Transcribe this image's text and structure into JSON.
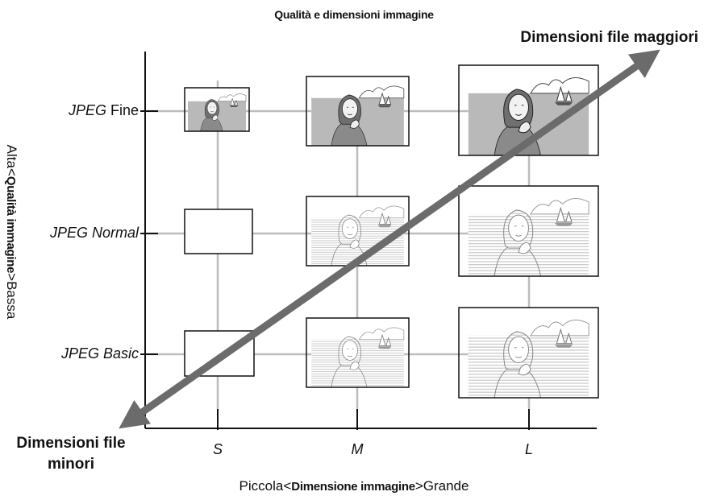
{
  "title": "Qualità e dimensioni immagine",
  "arrow_labels": {
    "larger_files": "Dimensioni file maggiori",
    "smaller_files_line1": "Dimensioni file",
    "smaller_files_line2": "minori"
  },
  "y_axis": {
    "high": "Alta",
    "separator_left": "<",
    "title": "Qualità immagine",
    "separator_right": ">",
    "low": "Bassa",
    "ticks": [
      {
        "italic": "JPEG",
        "normal": " Fine"
      },
      {
        "italic": "JPEG Normal",
        "normal": ""
      },
      {
        "italic": "JPEG Basic",
        "normal": ""
      }
    ]
  },
  "x_axis": {
    "small": "Piccola",
    "separator_left": "<",
    "title": "Dimensione immagine",
    "separator_right": ">",
    "large": "Grande",
    "ticks": [
      "S",
      "M",
      "L"
    ]
  },
  "colors": {
    "arrow": "#6b6b6b",
    "grid": "#bdbdbd",
    "axis": "#111111",
    "sky": "#c8c8c8",
    "line_art": "#555555"
  }
}
